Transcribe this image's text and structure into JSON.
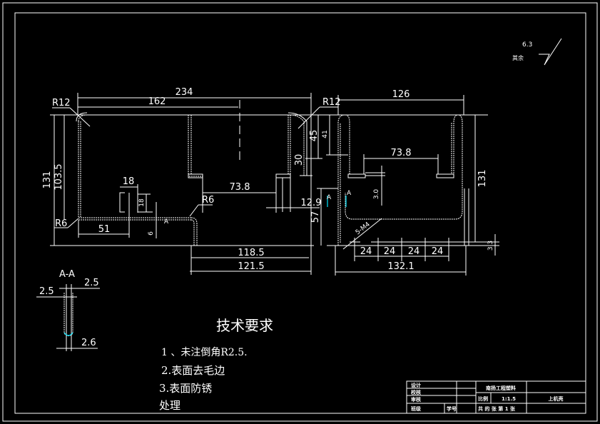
{
  "drawing": {
    "front_view": {
      "dimensions": {
        "overall_width": "234",
        "inner_width": "162",
        "corner_radius_top": "R12",
        "corner_radius_bottom_left": "R6",
        "corner_radius_bottom_mid": "R6",
        "height_overall": "131",
        "height_inner": "103.5",
        "slot_width": "18",
        "slot_height": "18",
        "left_offset": "51",
        "flange_thickness": "6",
        "step_width": "73.8",
        "step_offset": "12.9",
        "bottom_118": "118.5",
        "bottom_121": "121.5",
        "right_height_30": "30",
        "right_height_45": "45",
        "right_height_41": "41",
        "right_height_57": "57"
      },
      "section_marker": "A"
    },
    "side_view": {
      "dimensions": {
        "overall_width": "126",
        "corner_radius": "R12",
        "inner_step": "73.8",
        "tab_height": "3.0",
        "height": "131",
        "hole_spec": "5-M4",
        "pitch": [
          "24",
          "24",
          "24",
          "24"
        ],
        "base_width": "132.1",
        "edge_offset": "3.3"
      },
      "section_marker": "A"
    },
    "section_aa": {
      "title": "A-A",
      "dim_top_right": "2.5",
      "dim_top_left": "2.5",
      "dim_bottom": "2.6"
    },
    "surface_finish": {
      "label": "其余",
      "value": "6.3"
    },
    "tech_requirements": {
      "title": "技术要求",
      "items": [
        "1 、未注倒角R2.5.",
        "2.表面去毛边",
        "3.表面防锈",
        "处理"
      ]
    },
    "title_block": {
      "rows_left": [
        "设计",
        "校核",
        "审核",
        "班级"
      ],
      "student_no_label": "学号",
      "school": "南扬工程塑料",
      "scale_label": "比例",
      "scale_value": "1:1.5",
      "part_name": "上机壳",
      "sheet_info": "共 的 张 第 1 张"
    }
  }
}
